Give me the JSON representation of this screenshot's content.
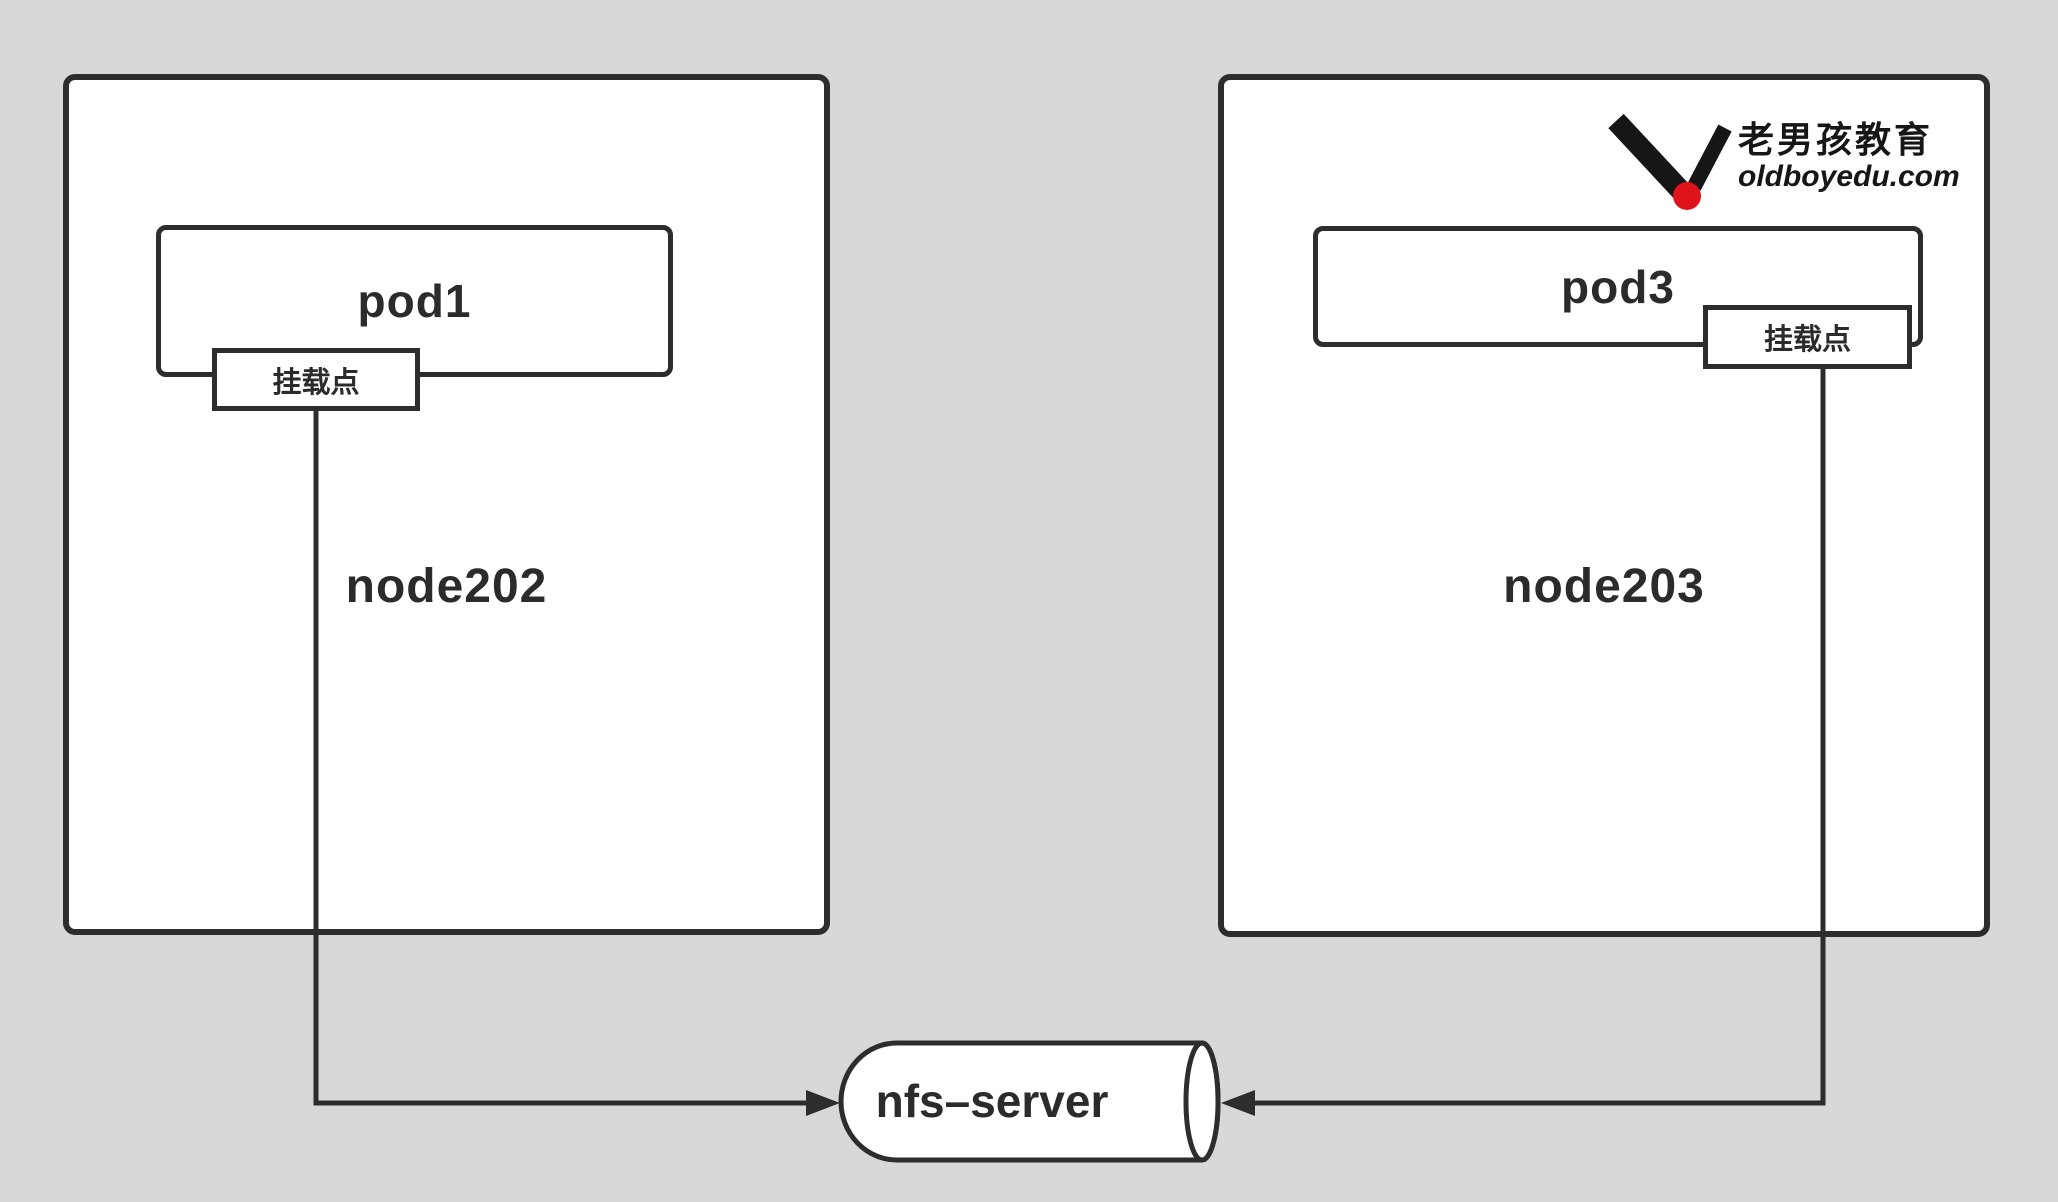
{
  "diagram": {
    "title": "pods on two nodes mounting a shared nfs-server volume",
    "background": "#d8d8d8",
    "stroke_color": "#2d2d2d",
    "text_color": "#2b2b2b",
    "nodes": [
      {
        "label": "node202",
        "pod": {
          "label": "pod1"
        },
        "mount": {
          "label": "挂载点"
        }
      },
      {
        "label": "node203",
        "pod": {
          "label": "pod3"
        },
        "mount": {
          "label": "挂载点"
        }
      }
    ],
    "storage": {
      "label": "nfs–server",
      "shape": "horizontal-cylinder",
      "fill": "#ffffff"
    },
    "connections": [
      {
        "from": "node202 挂载点",
        "to": "nfs–server",
        "arrow_points": "right-into-left-end"
      },
      {
        "from": "node203 挂载点",
        "to": "nfs–server",
        "arrow_points": "left-into-right-end"
      }
    ],
    "logo": {
      "brand": "老男孩教育",
      "domain": "oldboyedu.com",
      "mark": "black-v-check-with-red-dot",
      "mark_black": "#161616",
      "mark_red": "#e0121a"
    }
  }
}
